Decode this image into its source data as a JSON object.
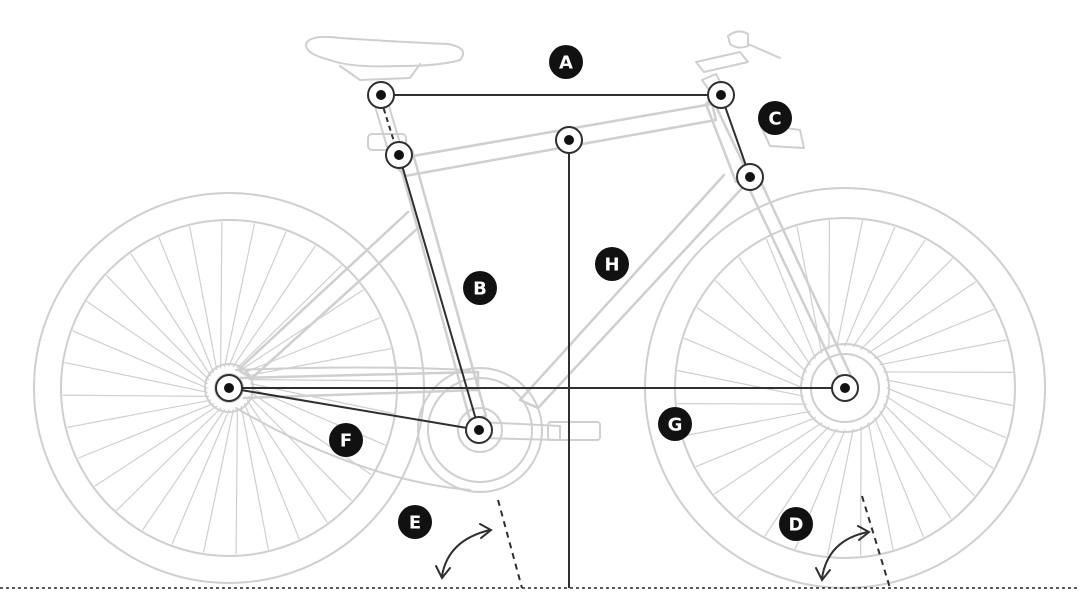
{
  "colors": {
    "bike_outline": "#cfcfcf",
    "measurement_line": "#2f2f2f",
    "label_badge": "#111111",
    "label_text": "#ffffff",
    "ground_line": "#222222"
  },
  "labels": {
    "A": "A",
    "B": "B",
    "C": "C",
    "D": "D",
    "E": "E",
    "F": "F",
    "G": "G",
    "H": "H"
  }
}
